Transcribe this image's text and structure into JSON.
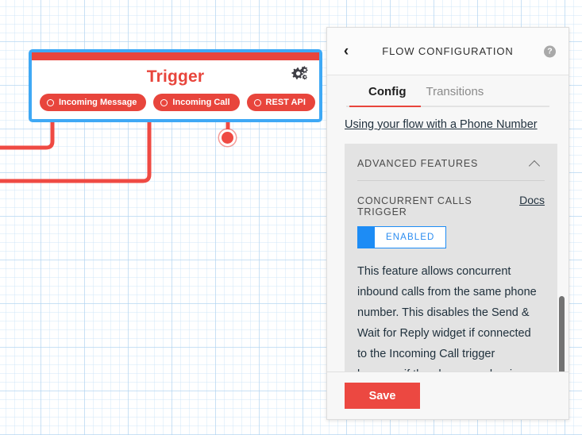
{
  "canvas": {
    "trigger_widget": {
      "title": "Trigger",
      "settings_icon": "gears-icon",
      "transitions": [
        {
          "label": "Incoming Message"
        },
        {
          "label": "Incoming Call"
        },
        {
          "label": "REST API"
        }
      ],
      "colors": {
        "accent": "#e8453c",
        "selection": "#3fa9f5"
      }
    }
  },
  "panel": {
    "header": {
      "back_icon": "chevron-left-icon",
      "title": "FLOW CONFIGURATION",
      "help_icon": "question-mark-icon",
      "help_glyph": "?"
    },
    "tabs": [
      {
        "label": "Config",
        "active": true
      },
      {
        "label": "Transitions",
        "active": false
      }
    ],
    "phone_number_link": "Using your flow with a Phone Number",
    "advanced_features": {
      "section_title": "ADVANCED FEATURES",
      "collapse_icon": "chevron-up-icon",
      "feature": {
        "name": "CONCURRENT CALLS TRIGGER",
        "docs_label": "Docs",
        "toggle_state": "ENABLED",
        "description": "This feature allows concurrent inbound calls from the same phone number. This disables the Send & Wait for Reply widget if connected to the Incoming Call trigger because if the phone number is the same or"
      }
    },
    "footer": {
      "save_label": "Save"
    },
    "colors": {
      "accent": "#ec4841",
      "toggle_on": "#1d8cf5"
    }
  }
}
